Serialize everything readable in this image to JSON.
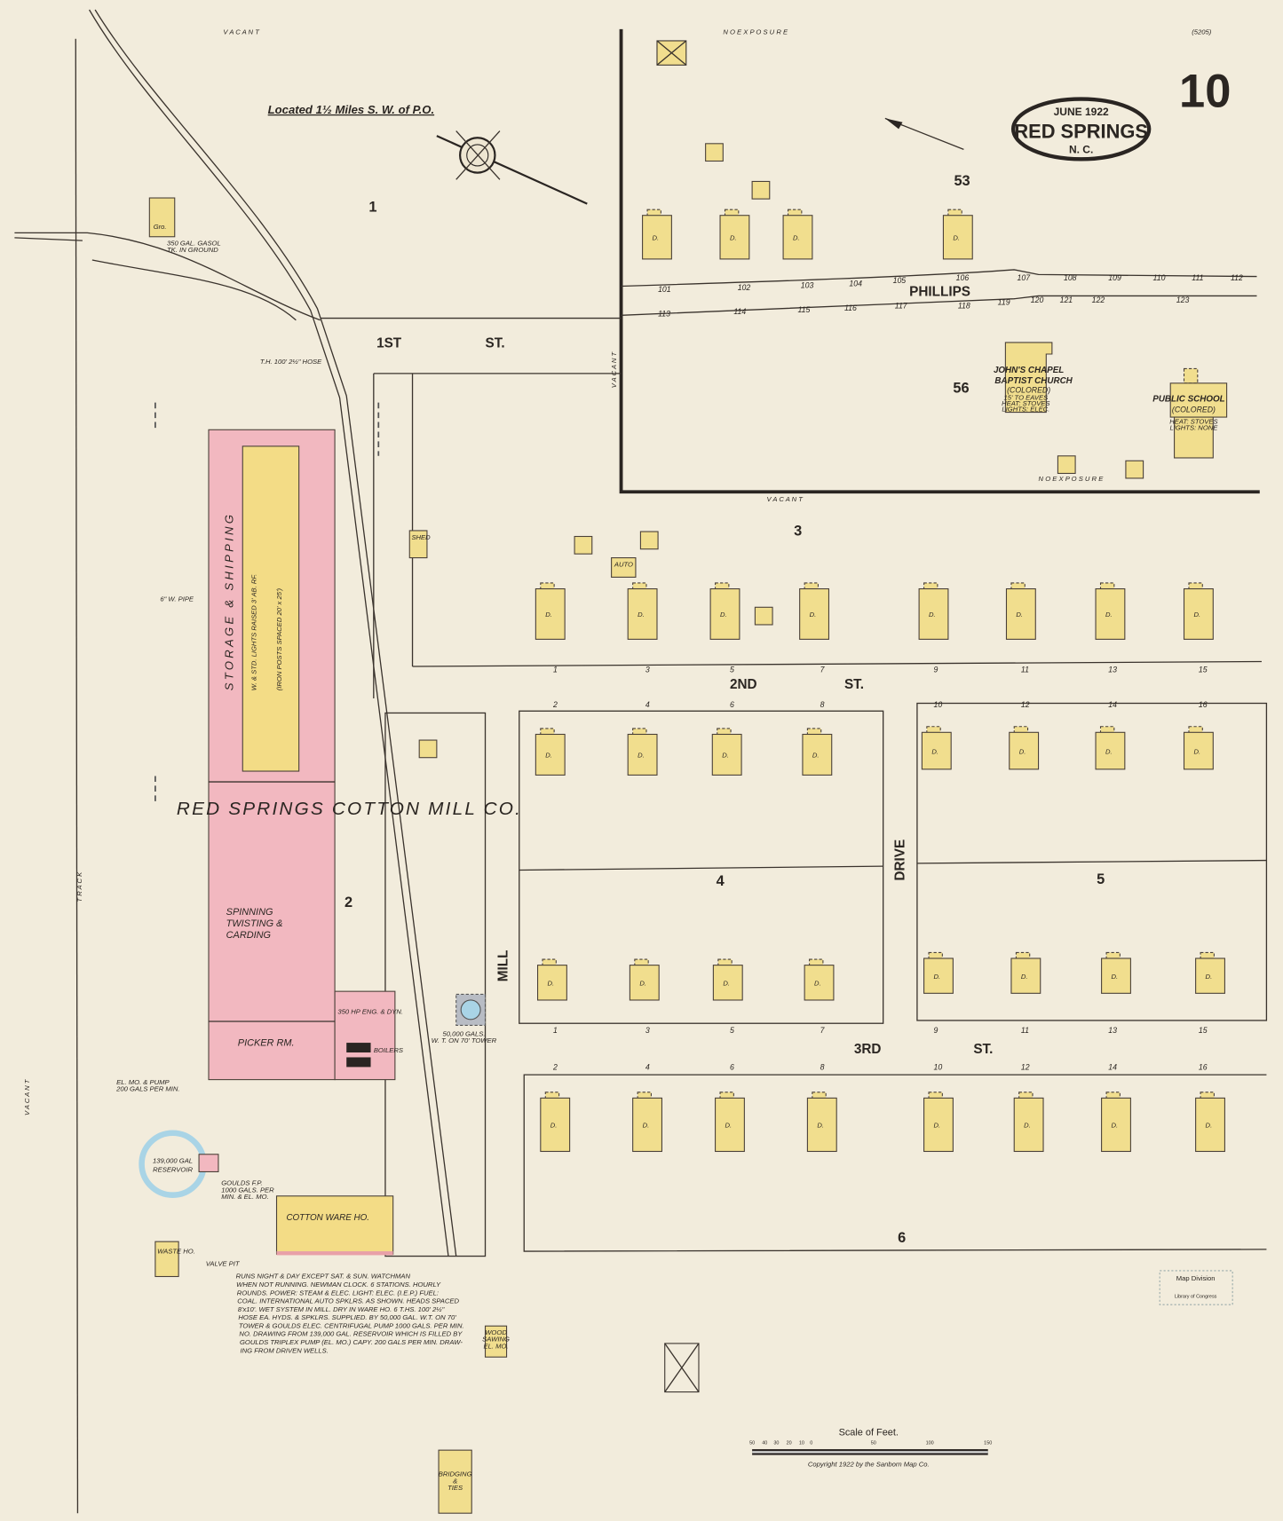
{
  "sheet": {
    "number": "10",
    "code": "(5205)",
    "date": "JUNE 1922",
    "town": "RED SPRINGS",
    "state": "N. C.",
    "location_note": "Located 1½ Miles S. W. of P.O.",
    "copyright": "Copyright 1922 by the Sanborn Map Co.",
    "stamp": "Map Division",
    "stamp_sub": "Library of Congress"
  },
  "margins": {
    "top_left": "V A C A N T",
    "top_right": "N O   E X P O S U R E",
    "left": "V A C A N T",
    "right_of_block": "V A C A N T",
    "block56_bottom": "N O   E X P O S U R E",
    "block56_left": "V A C A N T",
    "track_label": "T R A C K"
  },
  "streets": {
    "first": [
      "1ST",
      "ST."
    ],
    "second": [
      "2ND",
      "ST."
    ],
    "third": [
      "3RD",
      "ST."
    ],
    "phillips": "PHILLIPS",
    "mill": "MILL",
    "drive": "DRIVE"
  },
  "blocks": [
    "1",
    "2",
    "3",
    "4",
    "5",
    "6",
    "53",
    "56"
  ],
  "mill": {
    "name": "RED SPRINGS COTTON MILL CO.",
    "storage": "STORAGE & SHIPPING",
    "storage_note": "W. & STD. LIGHTS RAISED 3' AB. RF.",
    "storage_posts": "(IRON POSTS SPACED 20' x 25')",
    "spinning": [
      "SPINNING",
      "TWISTING &",
      "CARDING"
    ],
    "picker": "PICKER RM.",
    "warehouse": "COTTON WARE HO.",
    "boiler": "BOILERS",
    "engine": "350 HP ENG. & DYN.",
    "reservoir": [
      "139,000 GAL",
      "RESERVOIR"
    ],
    "tower": [
      "50,000 GALS.",
      "W. T. ON 70' TOWER"
    ],
    "pump_note": [
      "GOULDS F.P.",
      "1000 GALS. PER",
      "MIN. & EL. MO."
    ],
    "pump_left": [
      "EL. MO. & PUMP",
      "200 GALS PER MIN."
    ],
    "waste": "WASTE HO.",
    "valve": "VALVE PIT",
    "hose1": "T.H. 100' 2½\" HOSE",
    "pipe": "6\" W. PIPE",
    "gro": "Gro.",
    "gas": [
      "350 GAL. GASOL",
      "TK. IN GROUND"
    ],
    "shed": "SHED",
    "auto": "AUTO",
    "wood": [
      "WOOD",
      "SAWING",
      "EL. MO."
    ],
    "bridging": [
      "BRIDGING",
      "&",
      "TIES"
    ],
    "notes": [
      "RUNS NIGHT & DAY EXCEPT SAT. & SUN. WATCHMAN",
      "WHEN NOT RUNNING. NEWMAN CLOCK. 6 STATIONS. HOURLY",
      "ROUNDS. POWER: STEAM & ELEC. LIGHT: ELEC. (I.E.P.) FUEL:",
      "COAL. INTERNATIONAL AUTO SPKLRS. AS SHOWN. HEADS SPACED",
      "8'x10'. WET SYSTEM IN MILL. DRY IN WARE HO. 6 T.HS. 100' 2½\"",
      "HOSE EA. HYDS. & SPKLRS. SUPPLIED. BY 50,000 GAL. W.T. ON 70'",
      "TOWER & GOULDS ELEC. CENTRIFUGAL PUMP 1000 GALS. PER MIN.",
      "NO. DRAWING FROM 139,000 GAL. RESERVOIR WHICH IS FILLED BY",
      "GOULDS TRIPLEX PUMP (EL. MO.) CAPY. 200 GALS PER MIN. DRAW-",
      "ING FROM DRIVEN WELLS."
    ]
  },
  "church": [
    "JOHN'S CHAPEL",
    "BAPTIST CHURCH",
    "(COLORED)",
    "15' TO EAVES",
    "HEAT: STOVES",
    "LIGHTS: ELEC."
  ],
  "school": [
    "PUBLIC SCHOOL",
    "(COLORED)",
    "HEAT: STOVES",
    "LIGHTS: NONE"
  ],
  "house_numbers": {
    "phillips_north": [
      "101",
      "102",
      "103",
      "104",
      "105",
      "106",
      "107",
      "108",
      "109",
      "110",
      "111",
      "112"
    ],
    "phillips_south": [
      "113",
      "114",
      "115",
      "116",
      "117",
      "118",
      "119",
      "120",
      "121",
      "122",
      "123"
    ],
    "second_north": [
      "1",
      "3",
      "5",
      "7",
      "9",
      "11",
      "13",
      "15"
    ],
    "second_south": [
      "2",
      "4",
      "6",
      "8",
      "10",
      "12",
      "14",
      "16"
    ],
    "third_north": [
      "1",
      "3",
      "5",
      "7",
      "9",
      "11",
      "13",
      "15"
    ],
    "third_south": [
      "2",
      "4",
      "6",
      "8",
      "10",
      "12",
      "14",
      "16"
    ]
  },
  "dwelling_label": "D.",
  "scale": {
    "title": "Scale of Feet.",
    "ticks": [
      "50",
      "40",
      "30",
      "20",
      "10",
      "0",
      "50",
      "100",
      "150"
    ]
  },
  "colors": {
    "paper": "#f2ecdc",
    "brick": "#f2b8c0",
    "frame": "#f1de8e",
    "water": "#a9d4e6"
  }
}
